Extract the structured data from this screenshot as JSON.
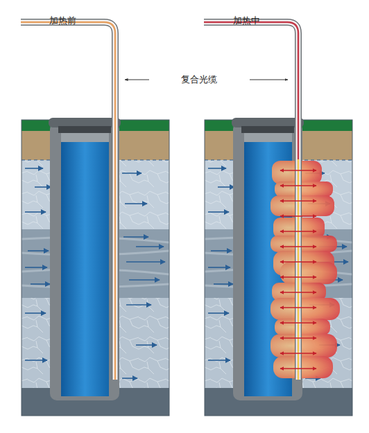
{
  "diagram": {
    "labels": [
      "加热前",
      "加热中",
      "复合光缆"
    ]
  }
}
